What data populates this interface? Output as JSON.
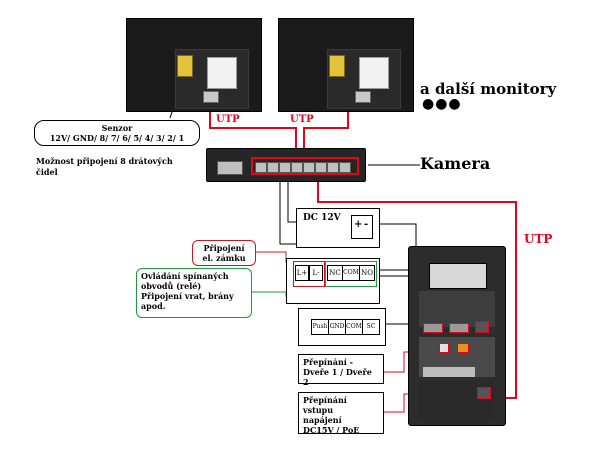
{
  "labels": {
    "more_monitors": "a další monitory",
    "dots": "●●●",
    "utp_left": "UTP",
    "utp_right": "UTP",
    "utp_vertical": "UTP",
    "camera": "Kamera",
    "sensor_title": "Senzor",
    "sensor_pins": "12V/ GND/ 8/ 7/ 6/ 5/ 4/ 3/ 2/ 1",
    "sensor_note_1": "Možnost připojení 8 drátových",
    "sensor_note_2": "čidel",
    "dc_power": "DC 12V",
    "dc_plus": "+",
    "dc_minus": "-",
    "lock_1": "Připojení",
    "lock_2": "el. zámku",
    "relay_1": "Ovládání spínaných",
    "relay_2": "obvodů (relé)",
    "relay_3": "Připojení vrat, brány",
    "relay_4": "apod.",
    "door_1": "Přepínání -",
    "door_2": "Dveře 1 / Dveře 2",
    "power_1": "Přepínání vstupu",
    "power_2": "napájení",
    "power_3": "DC15V / PoE"
  },
  "terminals_top": [
    "L+",
    "L-",
    "NC",
    "COM",
    "NO"
  ],
  "terminals_bottom": [
    "Push",
    "GND",
    "COM",
    "SC"
  ],
  "colors": {
    "utp": "#e8001c",
    "lock_border": "#d2141e",
    "relay_border": "#1e9b3a",
    "device": "#1b1b1b"
  }
}
